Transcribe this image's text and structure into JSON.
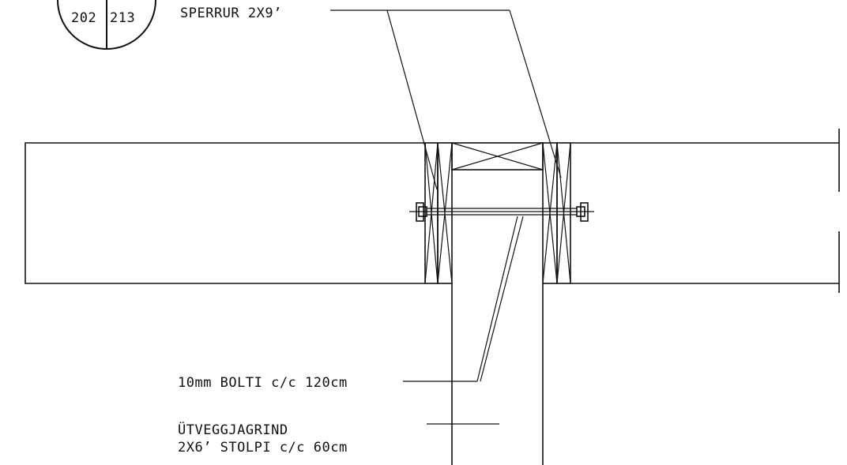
{
  "detail_marker": {
    "left_number": "202",
    "right_number": "213"
  },
  "labels": {
    "rafter": "SPERRUR 2X9’",
    "bolt": "10mm BOLTI c/c 120cm",
    "wall_line1": "ÜTVEGGJAGRIND",
    "wall_line2": "2X6’ STOLPI c/c 60cm"
  }
}
